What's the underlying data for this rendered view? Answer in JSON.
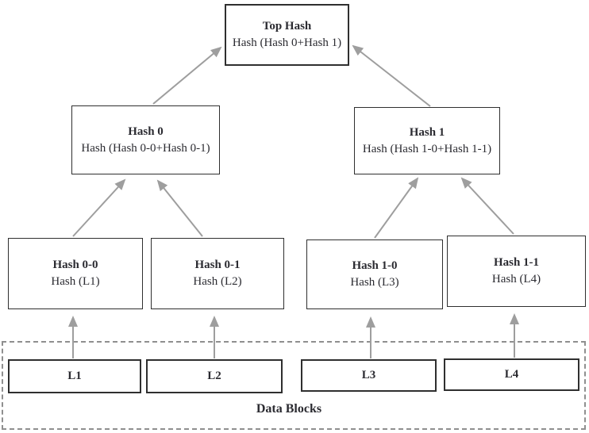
{
  "diagram": {
    "type": "merkle-hash-tree",
    "nodes": {
      "top_hash": {
        "label": "Top Hash",
        "sublabel": "Hash (Hash 0+Hash 1)"
      },
      "hash_0": {
        "label": "Hash 0",
        "sublabel": "Hash (Hash 0-0+Hash 0-1)"
      },
      "hash_1": {
        "label": "Hash 1",
        "sublabel": "Hash (Hash 1-0+Hash 1-1)"
      },
      "hash_00": {
        "label": "Hash 0-0",
        "sublabel": "Hash (L1)"
      },
      "hash_01": {
        "label": "Hash 0-1",
        "sublabel": "Hash (L2)"
      },
      "hash_10": {
        "label": "Hash 1-0",
        "sublabel": "Hash (L3)"
      },
      "hash_11": {
        "label": "Hash 1-1",
        "sublabel": "Hash (L4)"
      },
      "l1": {
        "label": "L1"
      },
      "l2": {
        "label": "L2"
      },
      "l3": {
        "label": "L3"
      },
      "l4": {
        "label": "L4"
      }
    },
    "data_blocks": {
      "label": "Data Blocks"
    },
    "edges": [
      {
        "from": "L1",
        "to": "Hash 0-0"
      },
      {
        "from": "L2",
        "to": "Hash 0-1"
      },
      {
        "from": "L3",
        "to": "Hash 1-0"
      },
      {
        "from": "L4",
        "to": "Hash 1-1"
      },
      {
        "from": "Hash 0-0",
        "to": "Hash 0"
      },
      {
        "from": "Hash 0-1",
        "to": "Hash 0"
      },
      {
        "from": "Hash 1-0",
        "to": "Hash 1"
      },
      {
        "from": "Hash 1-1",
        "to": "Hash 1"
      },
      {
        "from": "Hash 0",
        "to": "Top Hash"
      },
      {
        "from": "Hash 1",
        "to": "Top Hash"
      }
    ],
    "colors": {
      "background": "#ffffff",
      "box_border": "#2f2f2f",
      "text": "#2b2b31",
      "arrow": "#9e9e9e",
      "dashed_border": "#8f8f8f"
    }
  }
}
